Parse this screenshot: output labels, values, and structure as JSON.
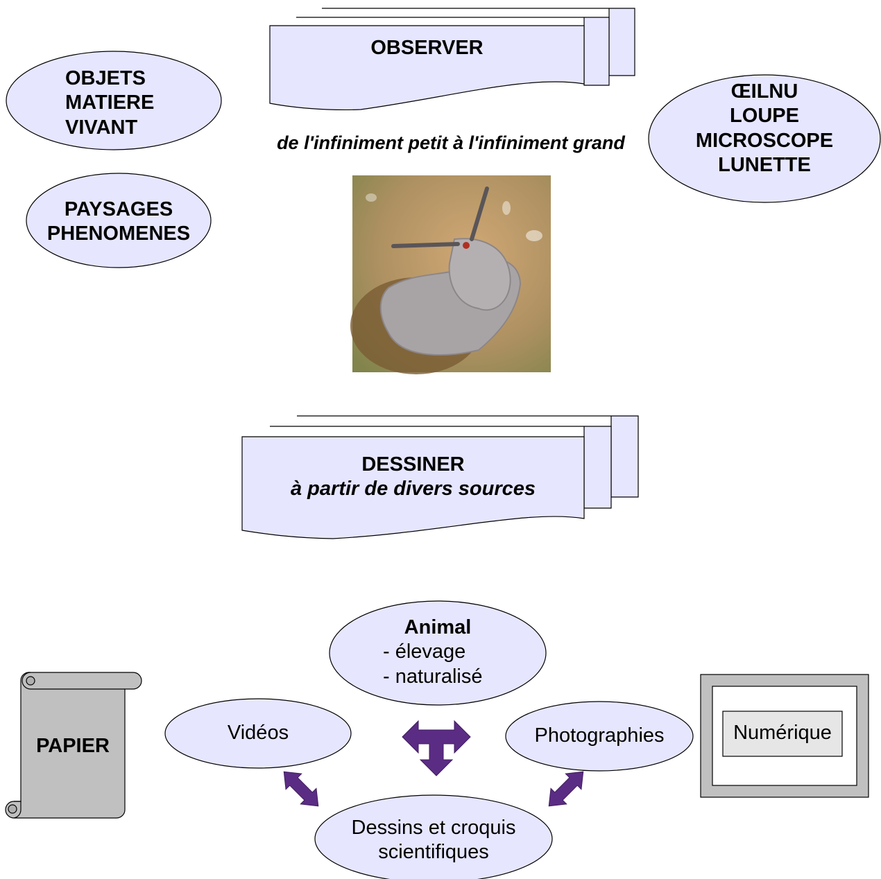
{
  "colors": {
    "fill": "#e6e6ff",
    "stroke": "#000000",
    "arrow": "#5b2c84",
    "paper": "#c0c0c0",
    "frame": "#c0c0c0",
    "screen": "#e6e6e6"
  },
  "top": {
    "observer": "OBSERVER",
    "subtitle": "de l'infiniment petit à l'infiniment grand",
    "left_ellipse": [
      "OBJETS",
      "MATIERE",
      "VIVANT"
    ],
    "left_ellipse2": [
      "PAYSAGES",
      "PHENOMENES"
    ],
    "right_ellipse": [
      "ŒILNU",
      "LOUPE",
      "MICROSCOPE",
      "LUNETTE"
    ],
    "photo_icon": "snail-photo"
  },
  "middle": {
    "dessiner": "DESSINER",
    "dessiner_sub": "à partir de divers sources"
  },
  "bottom": {
    "animal_title": "Animal",
    "animal_items": [
      "- élevage",
      "- naturalisé"
    ],
    "videos": "Vidéos",
    "photographies": "Photographies",
    "dessins": [
      "Dessins et croquis",
      "scientifiques"
    ],
    "papier": "PAPIER",
    "numerique": "Numérique",
    "arrow_icon": "double-arrow-icon"
  }
}
